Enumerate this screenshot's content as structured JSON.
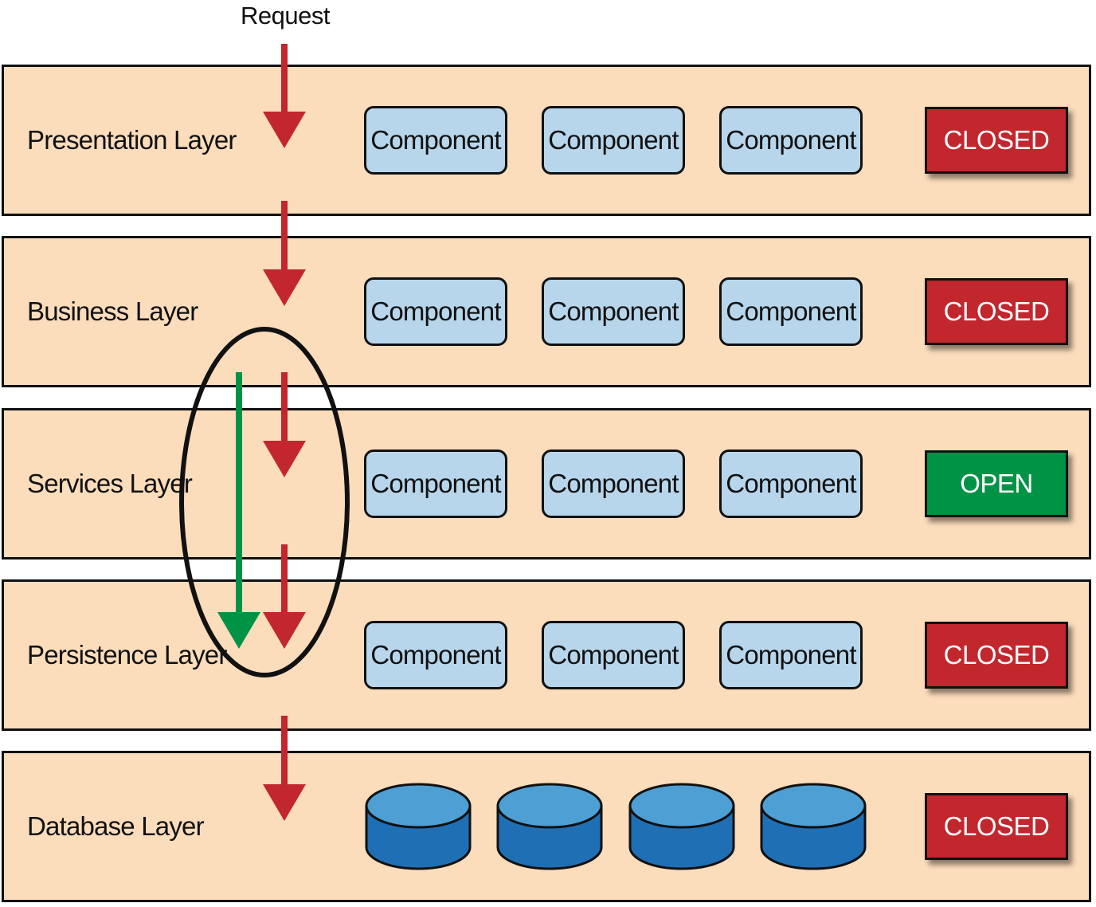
{
  "request_label": "Request",
  "colors": {
    "layer_bg": "#fbdcbb",
    "component_bg": "#b7d6ec",
    "closed": "#c1272d",
    "open": "#009245",
    "request_arrow": "#c1272d",
    "bypass_arrow": "#009245",
    "database": "#2b7ec1"
  },
  "layers": [
    {
      "label": "Presentation Layer",
      "components": [
        "Component",
        "Component",
        "Component"
      ],
      "status": "CLOSED"
    },
    {
      "label": "Business Layer",
      "components": [
        "Component",
        "Component",
        "Component"
      ],
      "status": "CLOSED"
    },
    {
      "label": "Services Layer",
      "components": [
        "Component",
        "Component",
        "Component"
      ],
      "status": "OPEN"
    },
    {
      "label": "Persistence Layer",
      "components": [
        "Component",
        "Component",
        "Component"
      ],
      "status": "CLOSED"
    },
    {
      "label": "Database Layer",
      "databases": [
        "database-icon",
        "database-icon",
        "database-icon",
        "database-icon"
      ],
      "status": "CLOSED"
    }
  ]
}
